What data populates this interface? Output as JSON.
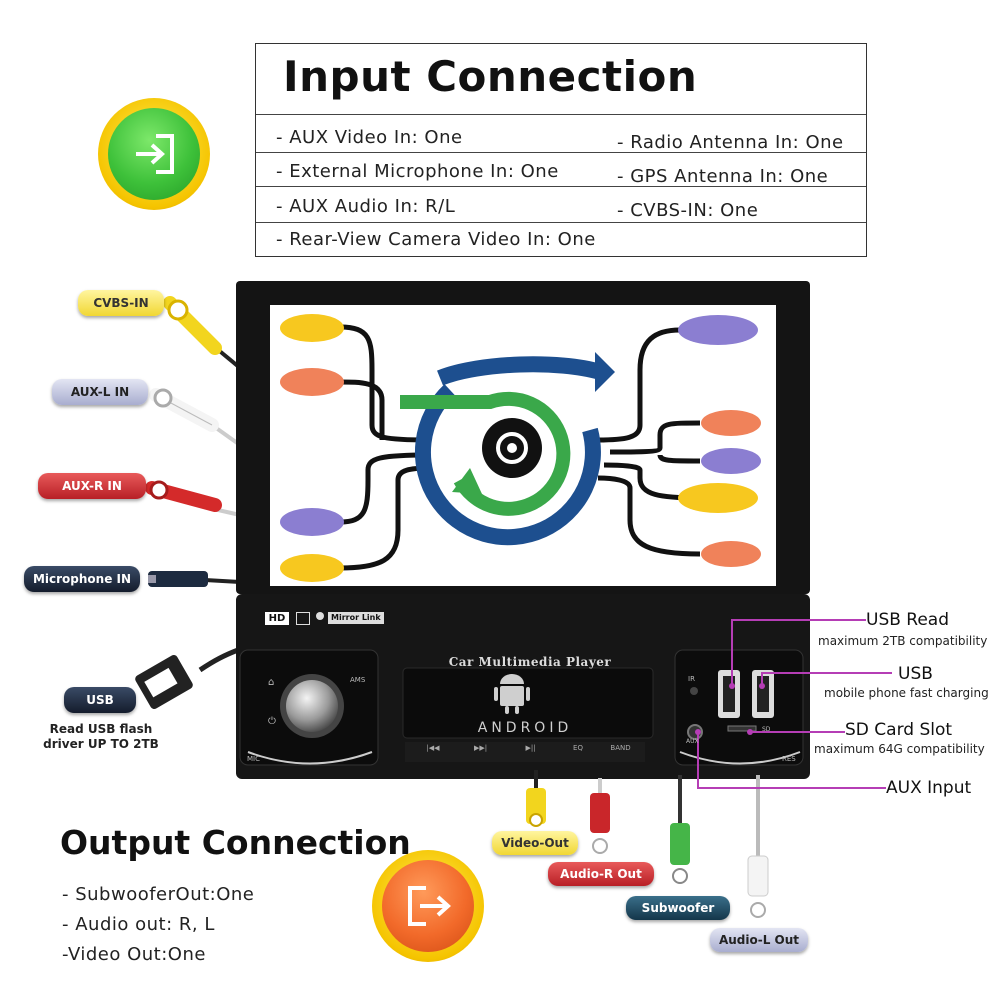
{
  "input": {
    "title": "Input Connection",
    "items_left": [
      "- AUX Video In: One",
      "- External Microphone In: One",
      "- AUX Audio In: R/L",
      "- Rear-View Camera Video In: One"
    ],
    "items_right": [
      "- Radio Antenna In: One",
      "- GPS Antenna In: One",
      "- CVBS-IN: One"
    ]
  },
  "left_cables": {
    "cvbs_in": "CVBS-IN",
    "aux_l_in": "AUX-L IN",
    "aux_r_in": "AUX-R IN",
    "microphone_in": "Microphone IN",
    "usb": "USB",
    "usb_note_line1": "Read USB flash",
    "usb_note_line2": "driver UP TO 2TB"
  },
  "device": {
    "hd_badge": "HD",
    "mirror_link": "Mirror Link",
    "panel_title": "Car Multimedia Player",
    "android_text": "ANDROID",
    "ams_label": "AMS",
    "mic_label": "MIC",
    "ir_label": "IR",
    "aux_label": "AUX",
    "res_label": "RES",
    "sd_mark": "SD",
    "buttons": [
      "|◀◀",
      "▶▶|",
      "▶||",
      "EQ",
      "BAND"
    ]
  },
  "callouts": {
    "usb_read": "USB Read",
    "usb_read_sub": "maximum 2TB compatibility",
    "usb": "USB",
    "usb_sub": "mobile phone fast charging",
    "sd_slot": "SD Card Slot",
    "sd_slot_sub": "maximum 64G compatibility",
    "aux_input": "AUX Input"
  },
  "bottom_cables": {
    "video_out": "Video-Out",
    "audio_r_out": "Audio-R Out",
    "subwoofer": "Subwoofer",
    "audio_l_out": "Audio-L Out"
  },
  "output": {
    "title": "Output Connection",
    "items": [
      "- SubwooferOut:One",
      "- Audio out: R, L",
      "-Video Out:One"
    ]
  },
  "icons": {
    "input_icon": "enter-arrow-icon",
    "output_icon": "exit-arrow-icon",
    "input_icon_color": "#3ec13a",
    "output_icon_color": "#f26a2a",
    "accent_line_color": "#b53db5"
  }
}
